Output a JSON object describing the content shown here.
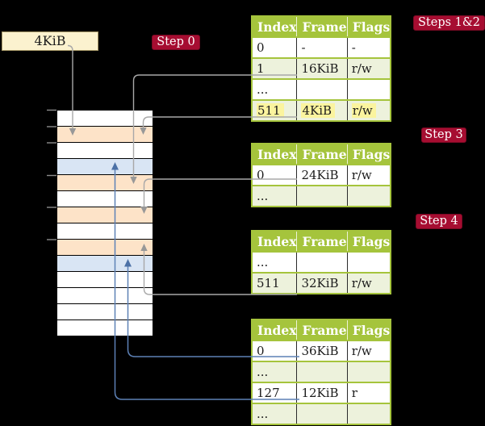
{
  "frame_box": {
    "label": "4KiB"
  },
  "steps": [
    {
      "label": "Step 0"
    },
    {
      "label": "Steps 1&2"
    },
    {
      "label": "Step 3"
    },
    {
      "label": "Step 4"
    }
  ],
  "memory_column": {
    "cells": [
      "white",
      "orange",
      "white",
      "blue",
      "orange",
      "white",
      "orange",
      "white",
      "orange",
      "blue",
      "white",
      "white",
      "white",
      "white"
    ]
  },
  "page_tables": [
    {
      "name": "level-4-table",
      "columns": [
        "Index",
        "Frame",
        "Flags"
      ],
      "rows": [
        {
          "cells": [
            "0",
            "-",
            "-"
          ],
          "shaded": false,
          "highlight": false
        },
        {
          "cells": [
            "1",
            "16KiB",
            "r/w"
          ],
          "shaded": true,
          "highlight": false
        },
        {
          "cells": [
            "...",
            "",
            ""
          ],
          "shaded": false,
          "highlight": false
        },
        {
          "cells": [
            "511",
            "4KiB",
            "r/w"
          ],
          "shaded": true,
          "highlight": true
        }
      ]
    },
    {
      "name": "level-3-table",
      "columns": [
        "Index",
        "Frame",
        "Flags"
      ],
      "rows": [
        {
          "cells": [
            "0",
            "24KiB",
            "r/w"
          ],
          "shaded": false,
          "highlight": false
        },
        {
          "cells": [
            "...",
            "",
            ""
          ],
          "shaded": true,
          "highlight": false
        }
      ]
    },
    {
      "name": "level-2-table",
      "columns": [
        "Index",
        "Frame",
        "Flags"
      ],
      "rows": [
        {
          "cells": [
            "...",
            "",
            ""
          ],
          "shaded": false,
          "highlight": false
        },
        {
          "cells": [
            "511",
            "32KiB",
            "r/w"
          ],
          "shaded": true,
          "highlight": false
        }
      ]
    },
    {
      "name": "level-1-table",
      "columns": [
        "Index",
        "Frame",
        "Flags"
      ],
      "rows": [
        {
          "cells": [
            "0",
            "36KiB",
            "r/w"
          ],
          "shaded": false,
          "highlight": false
        },
        {
          "cells": [
            "...",
            "",
            ""
          ],
          "shaded": true,
          "highlight": false
        },
        {
          "cells": [
            "127",
            "12KiB",
            "r"
          ],
          "shaded": false,
          "highlight": false
        },
        {
          "cells": [
            "...",
            "",
            ""
          ],
          "shaded": true,
          "highlight": false
        }
      ]
    }
  ],
  "table_tops": [
    19,
    177,
    285,
    395
  ],
  "colors": {
    "background": "#000000",
    "table_header_green": "#a5c43c",
    "table_row_green": "#edf2dc",
    "highlight_yellow": "#fbf49e",
    "memory_orange": "#fde3c8",
    "memory_blue": "#d9e5f4",
    "frame_box_cream": "#fbf2cf",
    "step_label_red": "#a60d31",
    "arrow_gray": "#a8a8a8",
    "arrow_blue": "#5d81b6"
  }
}
